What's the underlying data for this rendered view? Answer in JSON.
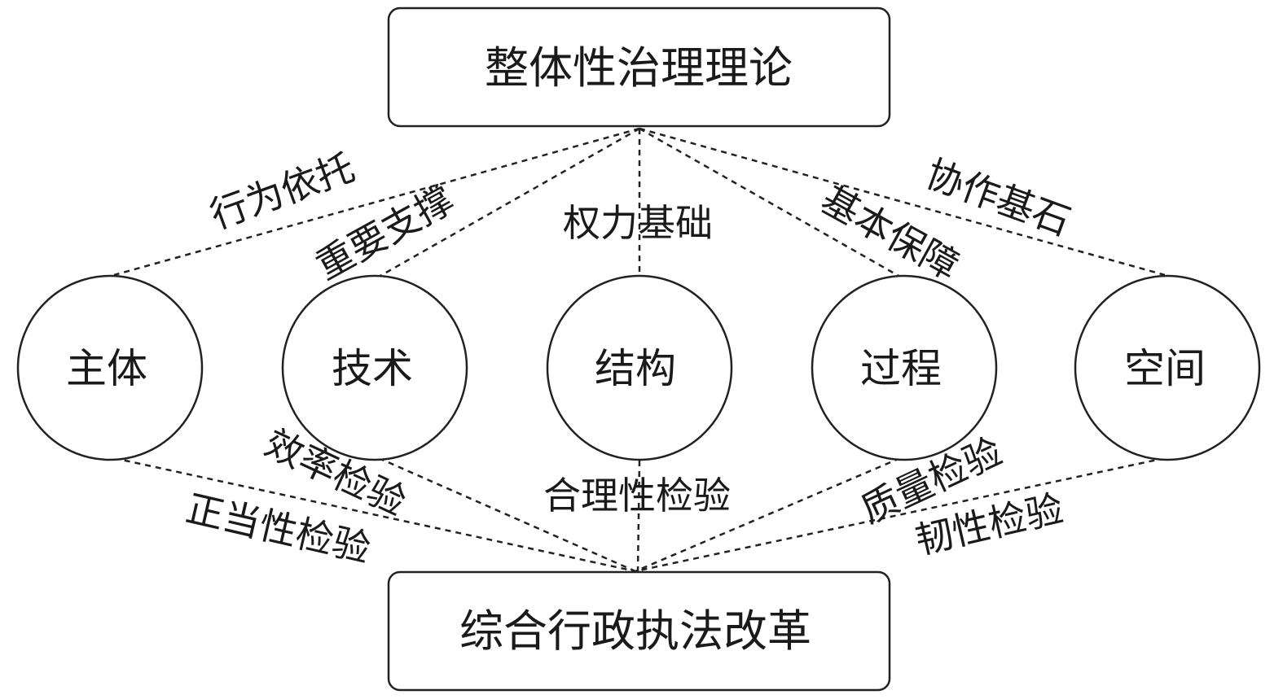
{
  "top_box": {
    "label": "整体性治理理论"
  },
  "bottom_box": {
    "label": "综合行政执法改革"
  },
  "nodes": [
    {
      "label": "主体"
    },
    {
      "label": "技术"
    },
    {
      "label": "结构"
    },
    {
      "label": "过程"
    },
    {
      "label": "空间"
    }
  ],
  "top_links": [
    {
      "label": "行为依托"
    },
    {
      "label": "重要支撑"
    },
    {
      "label": "权力基础"
    },
    {
      "label": "基本保障"
    },
    {
      "label": "协作基石"
    }
  ],
  "bottom_links": [
    {
      "label": "正当性检验"
    },
    {
      "label": "效率检验"
    },
    {
      "label": "合理性检验"
    },
    {
      "label": "质量检验"
    },
    {
      "label": "韧性检验"
    }
  ]
}
